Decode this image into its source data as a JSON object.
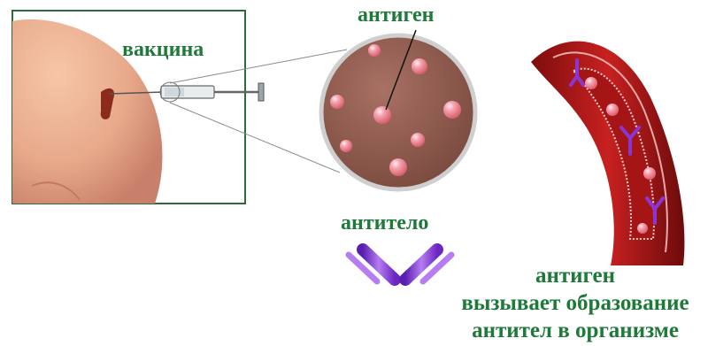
{
  "labels": {
    "vaccine": "вакцина",
    "antigen": "антиген",
    "antibody": "антитело"
  },
  "caption": {
    "line1": "антиген",
    "line2": "вызывает образование",
    "line3": "антител в организме"
  },
  "colors": {
    "label_green": "#1f7a3a",
    "skin": "#e7a98a",
    "antigen_pink": "#f08a9a",
    "antibody_purple": "#8a35d6",
    "vessel_red": "#b01818",
    "circle_brown": "#8c5a4d"
  }
}
